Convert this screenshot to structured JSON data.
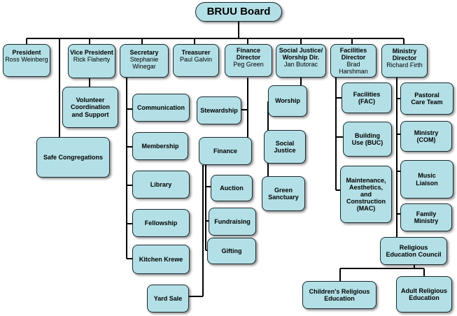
{
  "root": {
    "title": "BRUU Board"
  },
  "officers": [
    {
      "id": "president",
      "title": "President",
      "name": "Ross Weinberg"
    },
    {
      "id": "vice-president",
      "title": "Vice President",
      "name": "Rick Flaherty"
    },
    {
      "id": "secretary",
      "title": "Secretary",
      "name": "Stephanie Winegar"
    },
    {
      "id": "treasurer",
      "title": "Treasurer",
      "name": "Paul Galvin"
    },
    {
      "id": "finance-director",
      "title": "Finance\nDirector",
      "name": "Peg Green"
    },
    {
      "id": "social-justice-worship-dir",
      "title": "Social Justice/\nWorship Dir.",
      "name": "Jan Butorac"
    },
    {
      "id": "facilities-director",
      "title": "Facilities\nDirector",
      "name": "Brad\nHarshman"
    },
    {
      "id": "ministry-director",
      "title": "Ministry\nDirector",
      "name": "Richard Firth"
    }
  ],
  "committees": {
    "safe_congregations": "Safe Congregations",
    "volunteer": "Volunteer\nCoordination\nand Support",
    "secretary": [
      "Communication",
      "Membership",
      "Library",
      "Fellowship",
      "Kitchen Krewe",
      "Yard Sale"
    ],
    "finance": [
      "Stewardship",
      "Finance",
      "Auction",
      "Fundraising",
      "Gifting"
    ],
    "social_justice": [
      "Worship",
      "Social\nJustice",
      "Green\nSanctuary"
    ],
    "facilities": [
      "Facilities\n(FAC)",
      "Building\nUse (BUC)",
      "Maintenance,\nAesthetics,\nand\nConstruction\n(MAC)"
    ],
    "ministry": [
      "Pastoral\nCare Team",
      "Ministry\n(COM)",
      "Music\nLiaison",
      "Family\nMinistry"
    ],
    "religious_education_council": "Religious\nEducation Council",
    "religious_education": [
      "Children's Religious\nEducation",
      "Adult Religious\nEducation"
    ]
  },
  "colors": {
    "box_fill": "#b3e0e6",
    "border": "#1a2a30",
    "line": "#000000"
  }
}
